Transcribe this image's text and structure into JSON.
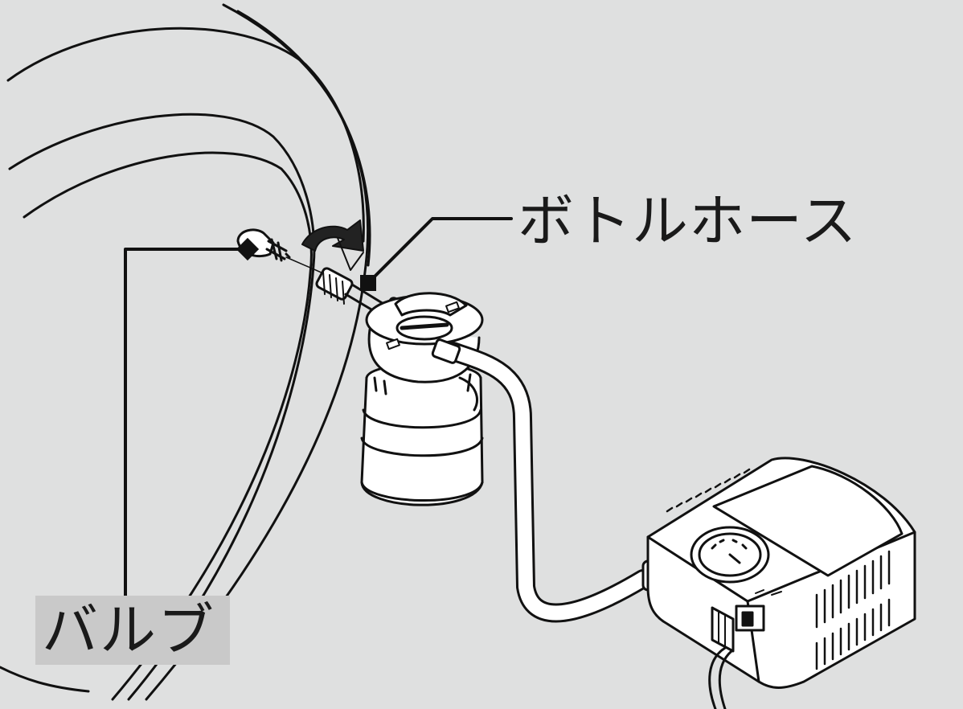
{
  "labels": {
    "bottle_hose": "ボトルホース",
    "valve": "バルブ"
  },
  "colors": {
    "background": "#dfe0e0",
    "line": "#111111",
    "label_highlight": "#c9c9c9"
  },
  "icons": [
    "tire",
    "valve-cap",
    "curved-arrow",
    "sealant-bottle",
    "air-compressor",
    "pressure-gauge",
    "power-switch",
    "power-cord"
  ]
}
